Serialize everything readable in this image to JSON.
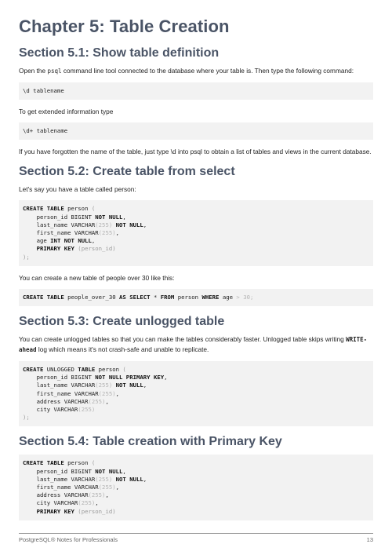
{
  "chapter_title": "Chapter 5: Table Creation",
  "s1": {
    "title": "Section 5.1: Show table definition",
    "p1_before": "Open the ",
    "p1_code": "psql",
    "p1_after": " command line tool connected to the database where your table is. Then type the following command:",
    "code1": "\\d tablename",
    "p2": "To get extended information type",
    "code2": "\\d+ tablename",
    "p3": "If you have forgotten the name of the table, just type \\d into psql to obtain a list of tables and views in the current database."
  },
  "s2": {
    "title": "Section 5.2: Create table from select",
    "p1": "Let's say you have a table called person:",
    "p2": "You can create a new table of people over 30 like this:"
  },
  "s3": {
    "title": "Section 5.3: Create unlogged table",
    "p1": "You can create unlogged tables so that you can make the tables considerably faster. Unlogged table skips writing",
    "p1_code": "WRITE-ahead",
    "p1_after": " log which means it's not crash-safe and unable to replicate."
  },
  "s4": {
    "title": "Section 5.4: Table creation with Primary Key"
  },
  "code_person": [
    [
      {
        "t": "CREATE TABLE",
        "c": "kw"
      },
      {
        "t": " person "
      },
      {
        "t": "(",
        "c": "punc"
      }
    ],
    [
      {
        "t": "    person_id BIGINT "
      },
      {
        "t": "NOT NULL",
        "c": "kw"
      },
      {
        "t": ","
      }
    ],
    [
      {
        "t": "    last_name VARCHAR"
      },
      {
        "t": "(255)",
        "c": "num"
      },
      {
        "t": " "
      },
      {
        "t": "NOT NULL",
        "c": "kw"
      },
      {
        "t": ","
      }
    ],
    [
      {
        "t": "    first_name VARCHAR"
      },
      {
        "t": "(255)",
        "c": "num"
      },
      {
        "t": ","
      }
    ],
    [
      {
        "t": "    age "
      },
      {
        "t": "INT",
        "c": "kw"
      },
      {
        "t": " "
      },
      {
        "t": "NOT NULL",
        "c": "kw"
      },
      {
        "t": ","
      }
    ],
    [
      {
        "t": "    "
      },
      {
        "t": "PRIMARY KEY",
        "c": "kw"
      },
      {
        "t": " (person_id)",
        "c": "punc"
      }
    ],
    [
      {
        "t": ");",
        "c": "punc"
      }
    ]
  ],
  "code_select": [
    [
      {
        "t": "CREATE TABLE",
        "c": "kw"
      },
      {
        "t": " people_over_30 "
      },
      {
        "t": "AS SELECT",
        "c": "kw"
      },
      {
        "t": " * "
      },
      {
        "t": "FROM",
        "c": "kw"
      },
      {
        "t": " person "
      },
      {
        "t": "WHERE",
        "c": "kw"
      },
      {
        "t": " age "
      },
      {
        "t": "> 30;",
        "c": "num"
      }
    ]
  ],
  "code_unlogged": [
    [
      {
        "t": "CREATE",
        "c": "kw"
      },
      {
        "t": " UNLOGGED "
      },
      {
        "t": "TABLE",
        "c": "kw"
      },
      {
        "t": " person "
      },
      {
        "t": "(",
        "c": "punc"
      }
    ],
    [
      {
        "t": "    person_id BIGINT "
      },
      {
        "t": "NOT NULL PRIMARY KEY",
        "c": "kw"
      },
      {
        "t": ","
      }
    ],
    [
      {
        "t": "    last_name VARCHAR"
      },
      {
        "t": "(255)",
        "c": "num"
      },
      {
        "t": " "
      },
      {
        "t": "NOT NULL",
        "c": "kw"
      },
      {
        "t": ","
      }
    ],
    [
      {
        "t": "    first_name VARCHAR"
      },
      {
        "t": "(255)",
        "c": "num"
      },
      {
        "t": ","
      }
    ],
    [
      {
        "t": "    address VARCHAR"
      },
      {
        "t": "(255)",
        "c": "num"
      },
      {
        "t": ","
      }
    ],
    [
      {
        "t": "    city VARCHAR"
      },
      {
        "t": "(255)",
        "c": "num"
      }
    ],
    [
      {
        "t": ");",
        "c": "punc"
      }
    ]
  ],
  "code_pk": [
    [
      {
        "t": "CREATE TABLE",
        "c": "kw"
      },
      {
        "t": " person "
      },
      {
        "t": "(",
        "c": "punc"
      }
    ],
    [
      {
        "t": "    person_id BIGINT "
      },
      {
        "t": "NOT NULL",
        "c": "kw"
      },
      {
        "t": ","
      }
    ],
    [
      {
        "t": "    last_name VARCHAR"
      },
      {
        "t": "(255)",
        "c": "num"
      },
      {
        "t": " "
      },
      {
        "t": "NOT NULL",
        "c": "kw"
      },
      {
        "t": ","
      }
    ],
    [
      {
        "t": "    first_name VARCHAR"
      },
      {
        "t": "(255)",
        "c": "num"
      },
      {
        "t": ","
      }
    ],
    [
      {
        "t": "    address VARCHAR"
      },
      {
        "t": "(255)",
        "c": "num"
      },
      {
        "t": ","
      }
    ],
    [
      {
        "t": "    city VARCHAR"
      },
      {
        "t": "(255)",
        "c": "num"
      },
      {
        "t": ","
      }
    ],
    [
      {
        "t": "    "
      },
      {
        "t": "PRIMARY KEY",
        "c": "kw"
      },
      {
        "t": " (person_id)",
        "c": "punc"
      }
    ]
  ],
  "footer": {
    "book": "PostgreSQL® Notes for Professionals",
    "page": "13"
  }
}
